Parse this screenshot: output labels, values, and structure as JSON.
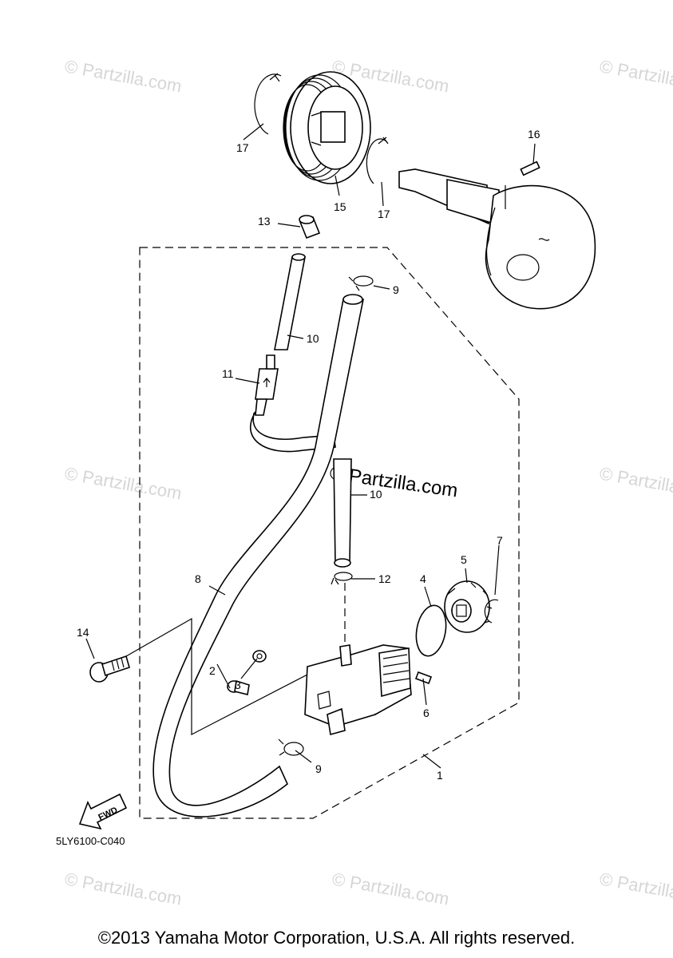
{
  "watermark": {
    "text": "© Partzilla.com",
    "center_text": "© Partzilla.com"
  },
  "diagram_code": "5LY6100-C040",
  "fwd_label": "FWD",
  "copyright": "©2013 Yamaha Motor Corporation, U.S.A. All rights reserved.",
  "callouts": [
    "17",
    "15",
    "17",
    "16",
    "13",
    "9",
    "10",
    "11",
    "10",
    "8",
    "12",
    "4",
    "5",
    "7",
    "14",
    "2",
    "3",
    "6",
    "9",
    "1"
  ]
}
